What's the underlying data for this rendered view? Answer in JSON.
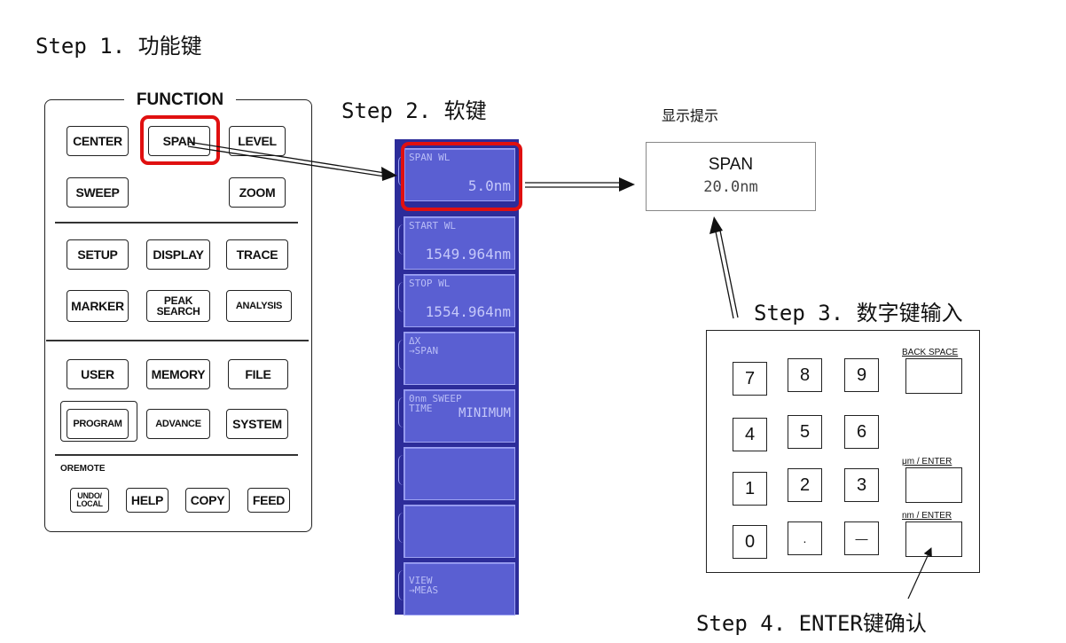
{
  "steps": {
    "step1": "Step 1. 功能键",
    "step2": "Step 2. 软键",
    "step3": "Step 3. 数字键输入",
    "step4": "Step 4. ENTER键确认"
  },
  "function_panel": {
    "title": "FUNCTION",
    "row1": [
      "CENTER",
      "SPAN",
      "LEVEL"
    ],
    "row2": [
      "SWEEP",
      "ZOOM"
    ],
    "row3": [
      "SETUP",
      "DISPLAY",
      "TRACE"
    ],
    "row4": [
      "MARKER",
      "PEAK\nSEARCH",
      "ANALYSIS"
    ],
    "row5": [
      "USER",
      "MEMORY",
      "FILE"
    ],
    "row6": [
      "PROGRAM",
      "ADVANCE",
      "SYSTEM"
    ],
    "remote_label": "OREMOTE",
    "row7": [
      "UNDO/\nLOCAL",
      "HELP",
      "COPY",
      "FEED"
    ]
  },
  "softkeys": [
    {
      "label": "SPAN WL",
      "value": "5.0nm"
    },
    {
      "label": "START WL",
      "value": "1549.964nm"
    },
    {
      "label": "STOP WL",
      "value": "1554.964nm"
    },
    {
      "label": "ΔX\n→SPAN",
      "value": ""
    },
    {
      "label": "0nm SWEEP\nTIME",
      "value": "MINIMUM"
    },
    {
      "label": "",
      "value": ""
    },
    {
      "label": "",
      "value": ""
    },
    {
      "label": "VIEW\n→MEAS",
      "value": ""
    }
  ],
  "display_hint": {
    "caption": "显示提示",
    "title": "SPAN",
    "value": "20.0nm"
  },
  "numpad": {
    "rows": [
      [
        "7",
        "8",
        "9"
      ],
      [
        "4",
        "5",
        "6"
      ],
      [
        "1",
        "2",
        "3"
      ],
      [
        "0",
        ".",
        "—"
      ]
    ],
    "back_space": "BACK SPACE",
    "um_enter": "μm / ENTER",
    "nm_enter": "nm / ENTER"
  },
  "colors": {
    "highlight": "#e01010",
    "softkey_bg": "#5a5fd2",
    "softkey_frame": "#2c2c9a"
  }
}
